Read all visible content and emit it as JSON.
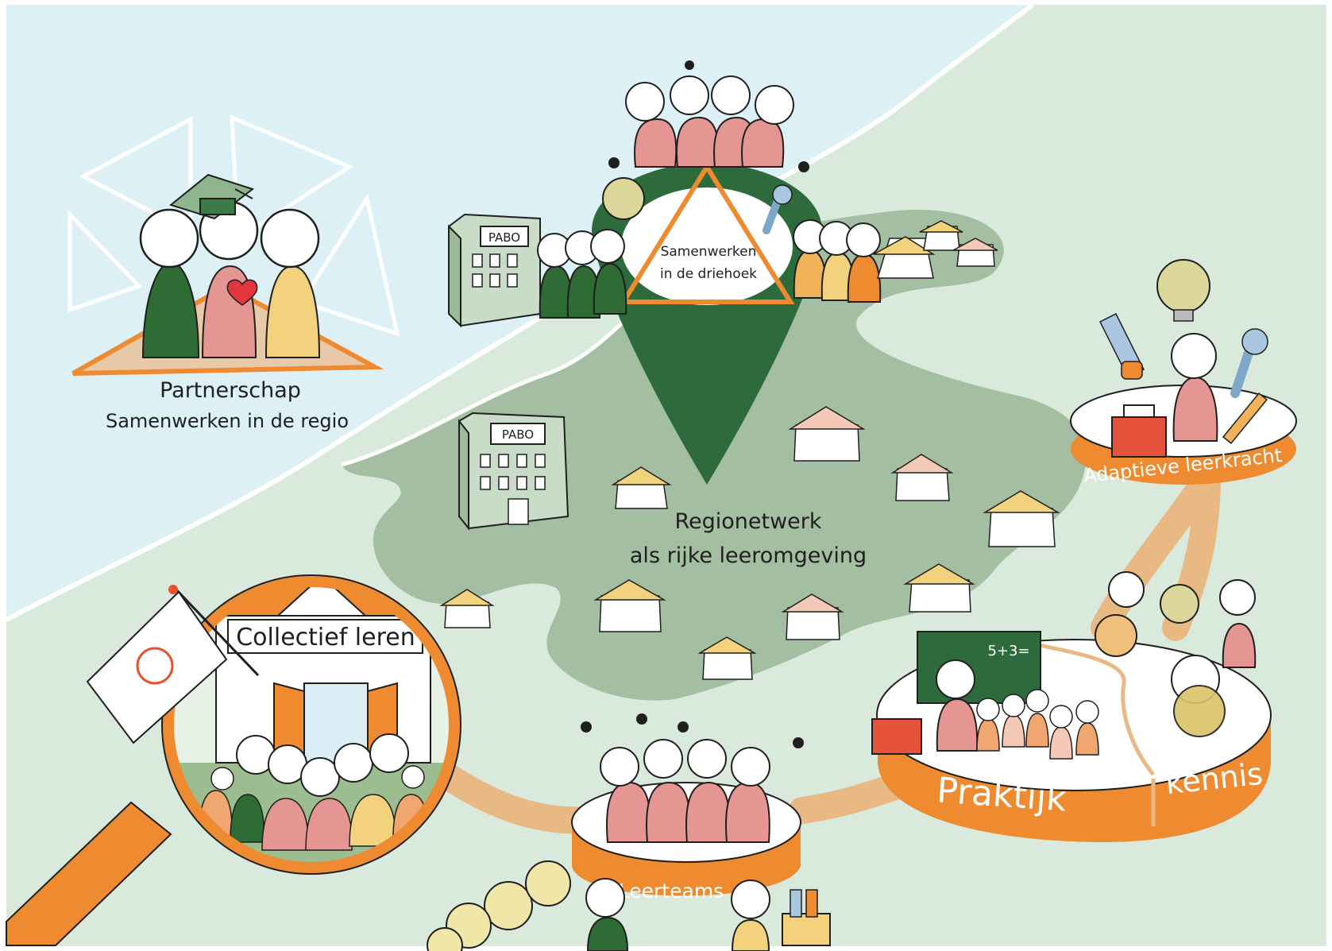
{
  "labels": {
    "partnership_title": "Partnerschap",
    "partnership_subtitle": "Samenwerken in de regio",
    "triangle_line1": "Samenwerken",
    "triangle_line2": "in de driehoek",
    "pabo_top": "PABO",
    "pabo_middle": "PABO",
    "network_line1": "Regionetwerk",
    "network_line2": "als rijke leeromgeving",
    "collective": "Collectief leren",
    "adaptive": "Adaptieve leerkracht",
    "practice": "Praktijk",
    "knowledge": "kennis",
    "learning_teams": "Leerteams",
    "chalkboard": "5+3="
  },
  "colors": {
    "sea": "#dcf0f6",
    "land_light": "#d9e9dc",
    "land_mid": "#a3bea1",
    "pin": "#2e6b3c",
    "accent": "#ee8a2f",
    "pink": "#e59692",
    "yellow": "#f2d27c",
    "dark_green": "#2f6b35",
    "path": "#e9b984"
  },
  "icons": {
    "graduation_cap": "graduation-cap-icon",
    "heart": "heart-icon",
    "lightbulb": "lightbulb-icon",
    "wrench": "wrench-icon",
    "saw": "saw-icon",
    "ruler": "ruler-icon",
    "toolbox": "toolbox-icon",
    "magnifier": "magnifier-icon",
    "flag": "flag-icon"
  }
}
